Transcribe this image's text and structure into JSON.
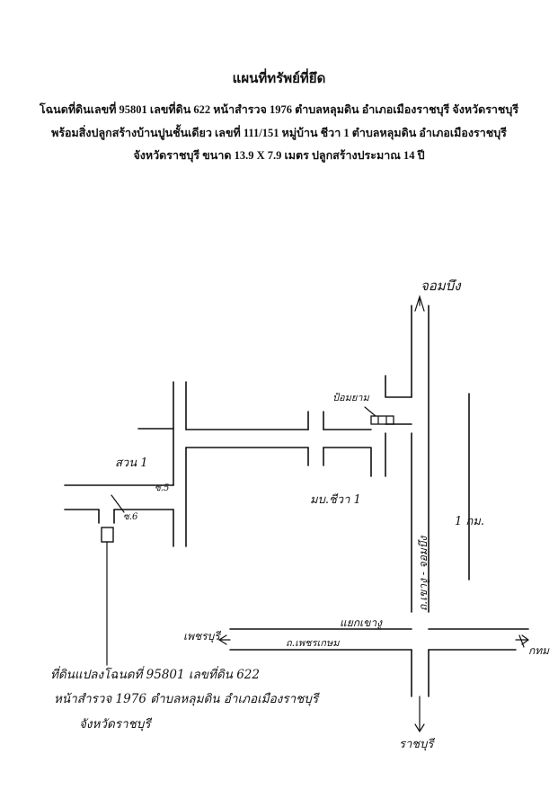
{
  "header": {
    "title": "แผนที่ทรัพย์ที่ยึด",
    "line1": "โฉนดที่ดินเลขที่  95801  เลขที่ดิน 622 หน้าสำรวจ 1976  ตำบลหลุมดิน  อำเภอเมืองราชบุรี   จังหวัดราชบุรี",
    "line2": "พร้อมสิ่งปลูกสร้างบ้านปูนชั้นเดียว  เลขที่  111/151 หมู่บ้าน ชีวา 1   ตำบลหลุมดิน  อำเภอเมืองราชบุรี",
    "line3": "จังหวัดราชบุรี     ขนาด 13.9 X 7.9  เมตร  ปลูกสร้างประมาณ  14 ปี"
  },
  "map_labels": {
    "north": "จอมบึง",
    "south": "ราชบุรี",
    "west": "เพชรบุรี",
    "east": "กทม",
    "junction": "แยกเขางู",
    "road_horizontal": "ถ.เพชรเกษม",
    "road_vertical": "ถ.เขางู - จอมบึง",
    "distance": "1 กม.",
    "guardhouse": "ป้อมยาม",
    "village": "มบ.ชีวา 1",
    "park": "สวน 1",
    "soi5": "ซ.5",
    "soi6": "ซ.6"
  },
  "note": {
    "line1": "ที่ดินแปลงโฉนดที่ 95801 เลขที่ดิน 622",
    "line2": "หน้าสำรวจ 1976 ตำบลหลุมดิน อำเภอเมืองราชบุรี",
    "line3": "จังหวัดราชบุรี"
  }
}
